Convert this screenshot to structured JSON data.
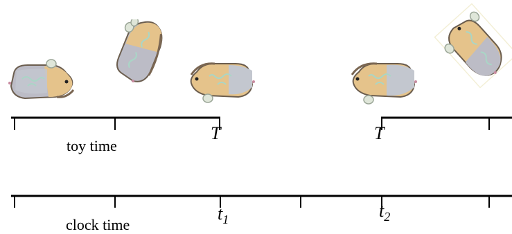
{
  "toy_timeline": {
    "axis_label": "toy time",
    "left_end_label": "T",
    "right_start_label": "T"
  },
  "clock_timeline": {
    "axis_label": "clock time",
    "t1_label": "t",
    "t1_sub": "1",
    "t2_label": "t",
    "t2_sub": "2"
  },
  "toys": [
    {
      "name": "toy-1",
      "facing": "right",
      "rotation_deg": 0
    },
    {
      "name": "toy-2",
      "facing": "up-right",
      "rotation_deg": -70
    },
    {
      "name": "toy-3",
      "facing": "left",
      "rotation_deg": 0
    },
    {
      "name": "toy-4",
      "facing": "left",
      "rotation_deg": 0
    },
    {
      "name": "toy-5",
      "facing": "up-left",
      "rotation_deg": 60
    }
  ],
  "colors": {
    "line": "#000000",
    "toy_body_tan": "#e6c48a",
    "toy_body_gray": "#b8b8c0",
    "toy_outline": "#5a4a3a",
    "toy_tint": "#b9d8c8",
    "toy_pink": "#c88aa0"
  }
}
